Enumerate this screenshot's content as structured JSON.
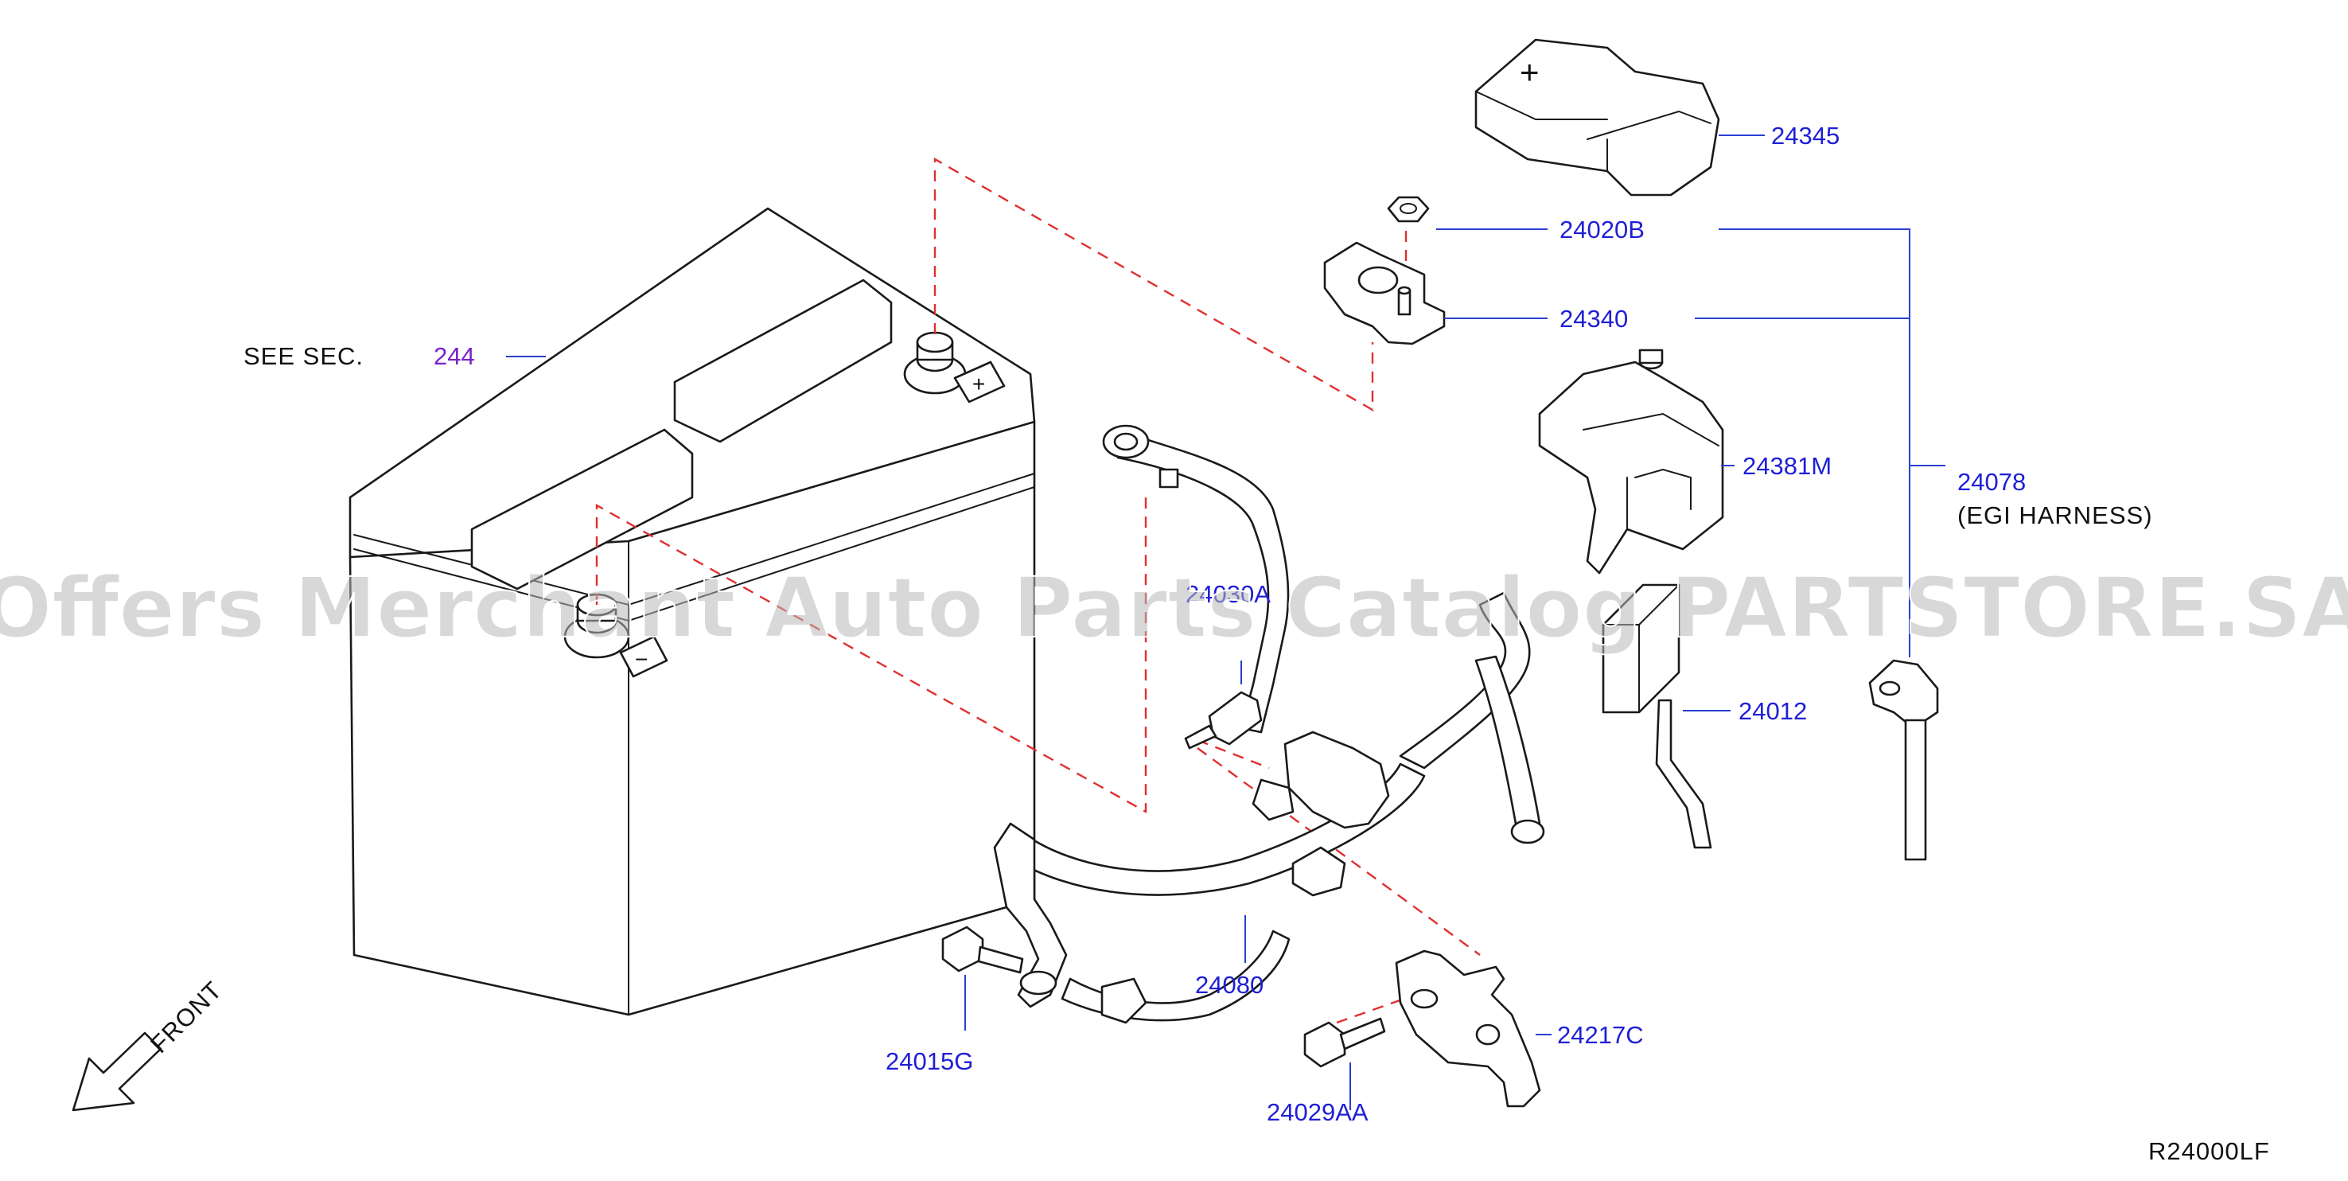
{
  "watermark": "Offers Merchant Auto Parts Catalog PARTSTORE.SA",
  "diagram_code": "R24000LF",
  "see_section": {
    "label": "SEE   SEC.",
    "ref": "244"
  },
  "front_label": "FRONT",
  "terminal_symbols": {
    "positive": "+",
    "negative": "−"
  },
  "parts": [
    {
      "id": "p24345",
      "number": "24345"
    },
    {
      "id": "p24020B",
      "number": "24020B"
    },
    {
      "id": "p24340",
      "number": "24340"
    },
    {
      "id": "p24381M",
      "number": "24381M"
    },
    {
      "id": "p24078",
      "number": "24078",
      "note": "(EGI   HARNESS)"
    },
    {
      "id": "p24012",
      "number": "24012"
    },
    {
      "id": "p24080",
      "number": "24080"
    },
    {
      "id": "p24015G",
      "number": "24015G"
    },
    {
      "id": "p24029AA",
      "number": "24029AA"
    },
    {
      "id": "p24217C",
      "number": "24217C"
    },
    {
      "id": "p24030A",
      "number": "24030A"
    }
  ],
  "colors": {
    "part_number": "#1f1fd6",
    "section_ref": "#7a22c9",
    "dashed_guide": "#e03030",
    "outline": "#1a1a1a"
  }
}
